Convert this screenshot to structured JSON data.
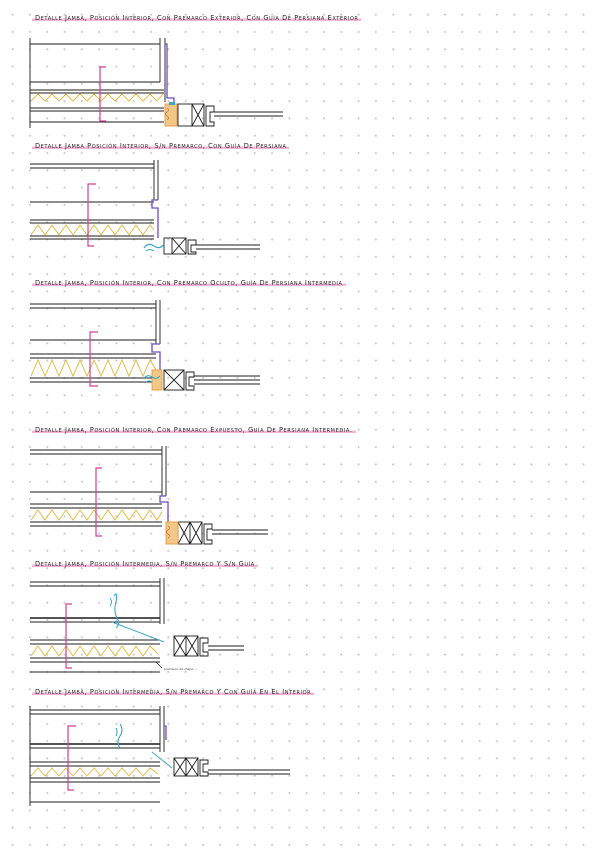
{
  "sheet": {
    "details": [
      {
        "title": "Detalle Jamba, Posición Interior, Con Premarco Exterior, Con Guía De Persiana Exterior"
      },
      {
        "title": "Detalle Jamba Posición Interior, S/n Premarco, Con Guía De Persiana"
      },
      {
        "title": "Detalle Jamba, Posición Interior, Con Premarco Oculto, Guía De Persiana Intermedia"
      },
      {
        "title": "Detalle Jamba, Posición Interior, Con Premarco Expuesto, Guía De Persiana Intermedia."
      },
      {
        "title": "Detalle Jamba, Posición Intermedia, S/n Premarco Y S/n Guía",
        "note": "premarco de chapa ...."
      },
      {
        "title": "Detalle Jamba, Posición Intermedia, S/n Premarco Y Con Guía En El Interior"
      }
    ],
    "colors": {
      "line": "#1c1c1c",
      "highlight": "#f3b4d6",
      "insulation_zigzag": "#e2b63a",
      "membrane": "#d43d9a",
      "frame_purple": "#6a4fc0",
      "sealant_orange": "#e59a3a",
      "seal_cyan": "#3fa7c7",
      "grid_dot": "#c9c9c9"
    }
  }
}
